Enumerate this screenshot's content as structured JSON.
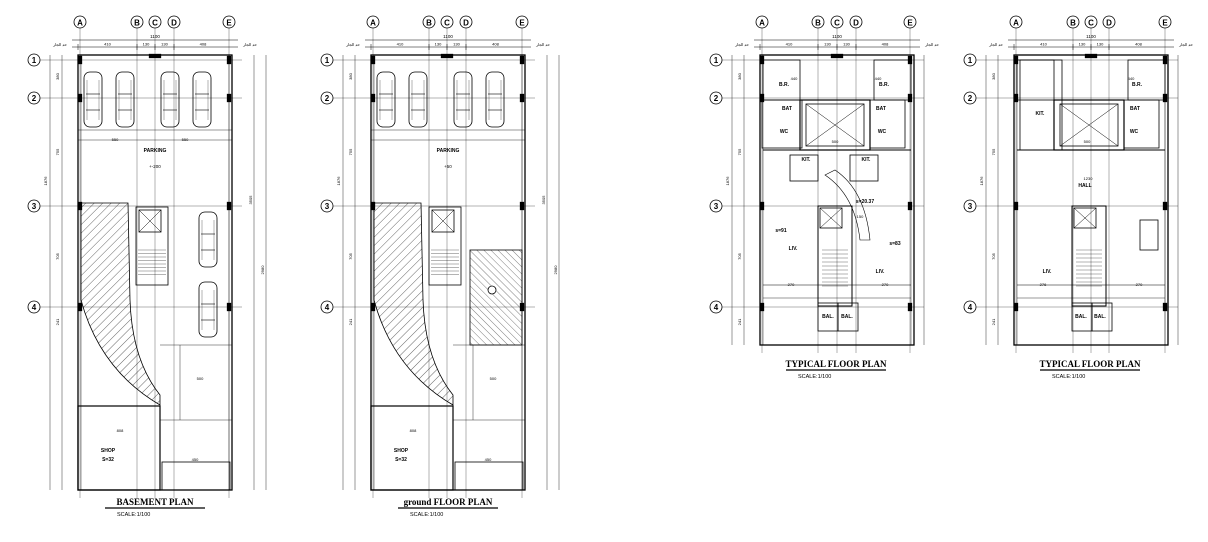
{
  "grid": {
    "columns": [
      "A",
      "B",
      "C",
      "D",
      "E"
    ],
    "rows": [
      "1",
      "2",
      "3",
      "4"
    ]
  },
  "dims": {
    "overall": "1100",
    "segments": [
      "410",
      "130",
      "130",
      "408"
    ],
    "edge_note": "حد الجار",
    "row_spacing": [
      "380",
      "755",
      "705",
      "241"
    ],
    "total_v": "1876",
    "length_v": "3505",
    "length_v2": "2980",
    "sub_v": "1480"
  },
  "sheets": [
    {
      "id": "basement",
      "title": "BASEMENT      PLAN",
      "scale": "SCALE:1/100",
      "labels": [
        {
          "t": "PARKING",
          "k": "room"
        },
        {
          "t": "+-200",
          "k": "lvl"
        },
        {
          "t": "550",
          "k": "dim"
        },
        {
          "t": "550",
          "k": "dim"
        },
        {
          "t": "SHOP",
          "k": "room"
        },
        {
          "t": "S=32",
          "k": "room"
        },
        {
          "t": "500",
          "k": "dim"
        },
        {
          "t": "808",
          "k": "dim"
        },
        {
          "t": "450",
          "k": "dim"
        }
      ]
    },
    {
      "id": "ground",
      "title": "ground FLOOR PLAN",
      "scale": "SCALE:1/100",
      "labels": [
        {
          "t": "PARKING",
          "k": "room"
        },
        {
          "t": "+50",
          "k": "lvl"
        },
        {
          "t": "SHOP",
          "k": "room"
        },
        {
          "t": "S=32",
          "k": "room"
        },
        {
          "t": "500",
          "k": "dim"
        },
        {
          "t": "808",
          "k": "dim"
        },
        {
          "t": "450",
          "k": "dim"
        }
      ]
    },
    {
      "id": "typical1",
      "title": "TYPICAL FLOOR PLAN",
      "scale": "SCALE:1/100",
      "labels": [
        {
          "t": "B.R.",
          "k": "room"
        },
        {
          "t": "B.R.",
          "k": "room"
        },
        {
          "t": "BAT",
          "k": "room"
        },
        {
          "t": "BAT",
          "k": "room"
        },
        {
          "t": "WC",
          "k": "room"
        },
        {
          "t": "WC",
          "k": "room"
        },
        {
          "t": "KIT.",
          "k": "room"
        },
        {
          "t": "KIT.",
          "k": "room"
        },
        {
          "t": "s=20.37",
          "k": "room"
        },
        {
          "t": "s=91",
          "k": "room"
        },
        {
          "t": "s=83",
          "k": "room"
        },
        {
          "t": "LIV.",
          "k": "room"
        },
        {
          "t": "LIV.",
          "k": "room"
        },
        {
          "t": "BAL.",
          "k": "room"
        },
        {
          "t": "BAL.",
          "k": "room"
        },
        {
          "t": "440",
          "k": "dim"
        },
        {
          "t": "440",
          "k": "dim"
        },
        {
          "t": "500",
          "k": "dim"
        },
        {
          "t": "150",
          "k": "dim"
        },
        {
          "t": "270",
          "k": "dim"
        },
        {
          "t": "270",
          "k": "dim"
        }
      ]
    },
    {
      "id": "typical2",
      "title": "TYPICAL FLOOR PLAN",
      "scale": "SCALE:1/100",
      "labels": [
        {
          "t": "KIT.",
          "k": "room"
        },
        {
          "t": "B.R.",
          "k": "room"
        },
        {
          "t": "BAT",
          "k": "room"
        },
        {
          "t": "WC",
          "k": "room"
        },
        {
          "t": "HALL",
          "k": "room"
        },
        {
          "t": "LIV.",
          "k": "room"
        },
        {
          "t": "BAL.",
          "k": "room"
        },
        {
          "t": "BAL.",
          "k": "room"
        },
        {
          "t": "440",
          "k": "dim"
        },
        {
          "t": "500",
          "k": "dim"
        },
        {
          "t": "1230",
          "k": "dim"
        },
        {
          "t": "276",
          "k": "dim"
        },
        {
          "t": "270",
          "k": "dim"
        }
      ]
    }
  ]
}
